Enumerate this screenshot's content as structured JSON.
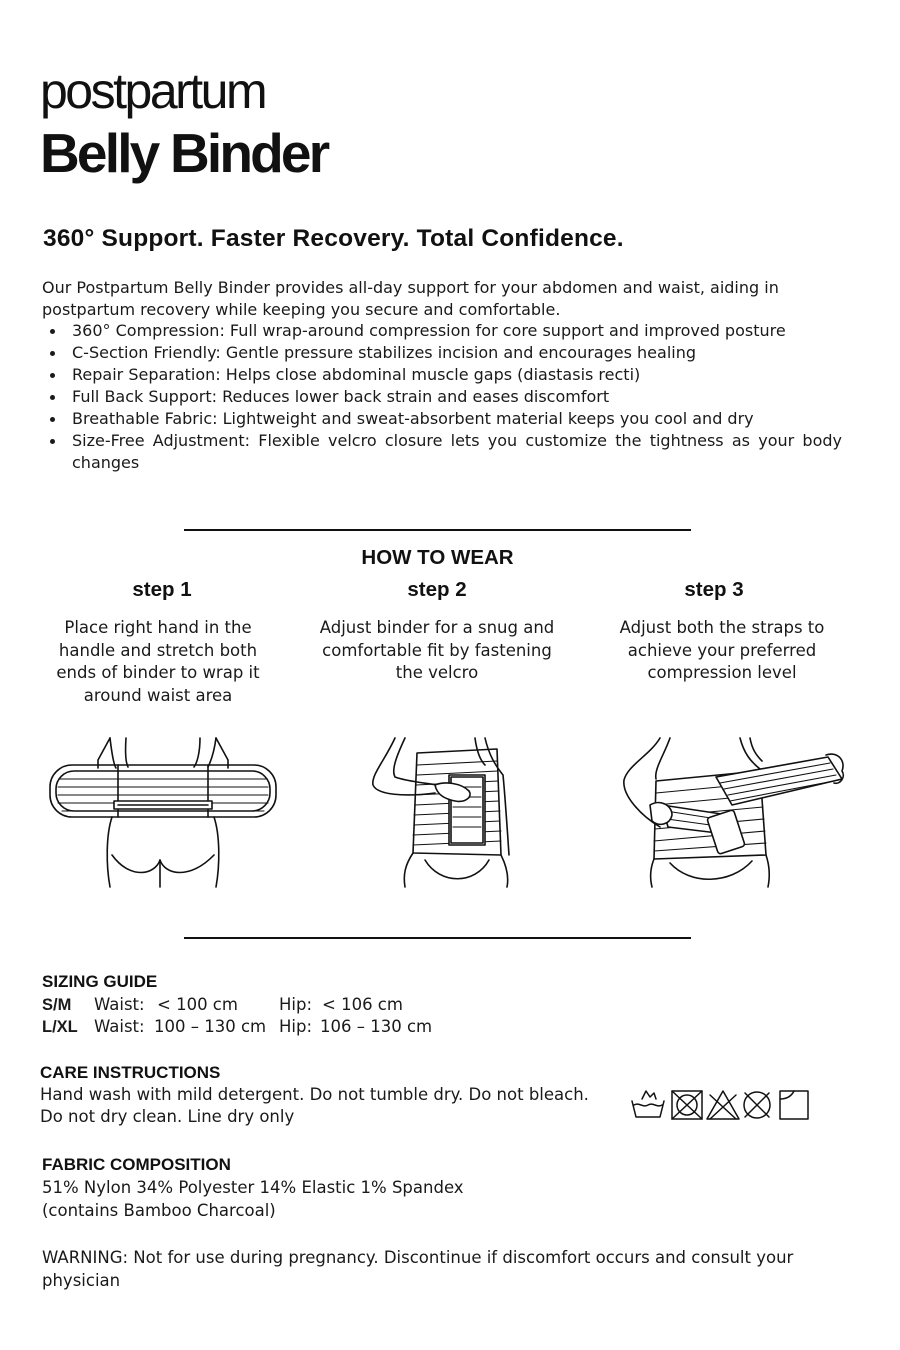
{
  "brand": {
    "line1": "postpartum",
    "line2": "Belly Binder"
  },
  "tagline": "360° Support. Faster Recovery. Total Confidence.",
  "intro": "Our Postpartum Belly Binder provides all-day support for your abdomen and waist, aiding in postpartum recovery while keeping you secure and comfortable.",
  "features": [
    "360° Compression: Full wrap-around compression for core support and improved posture",
    "C-Section Friendly: Gentle pressure stabilizes incision and encourages healing",
    "Repair Separation: Helps close abdominal muscle gaps (diastasis recti)",
    "Full Back Support: Reduces lower back strain and eases discomfort",
    "Breathable Fabric: Lightweight and sweat-absorbent material keeps you cool and dry",
    "Size-Free Adjustment: Flexible velcro closure lets you customize the tightness as your body changes"
  ],
  "how_to_wear": {
    "heading": "HOW TO WEAR",
    "steps": [
      {
        "title": "step 1",
        "text": "Place right hand in the handle and stretch both ends of binder to wrap it around waist area"
      },
      {
        "title": "step 2",
        "text": "Adjust binder for a snug and comfortable fit by fastening the velcro"
      },
      {
        "title": "step 3",
        "text": "Adjust both the straps to achieve your preferred compression level"
      }
    ]
  },
  "sizing": {
    "heading": "SIZING GUIDE",
    "rows": [
      {
        "size": "S/M",
        "waist_label": "Waist:",
        "waist": "< 100 cm",
        "hip_label": "Hip:",
        "hip": "< 106 cm"
      },
      {
        "size": "L/XL",
        "waist_label": "Waist:",
        "waist": "100 – 130 cm",
        "hip_label": "Hip:",
        "hip": "106 – 130 cm"
      }
    ]
  },
  "care": {
    "heading": "CARE INSTRUCTIONS",
    "line1": "Hand wash with mild detergent. Do not tumble dry. Do not bleach.",
    "line2": "Do not dry clean. Line dry only",
    "icons": [
      "hand-wash-icon",
      "no-tumble-dry-icon",
      "no-bleach-icon",
      "no-dry-clean-icon",
      "line-dry-icon"
    ]
  },
  "fabric": {
    "heading": "FABRIC COMPOSITION",
    "line1": "51% Nylon 34% Polyester 14% Elastic 1% Spandex",
    "line2": "(contains Bamboo Charcoal)"
  },
  "warning": "WARNING: Not for use during pregnancy. Discontinue if discomfort occurs and consult your physician"
}
